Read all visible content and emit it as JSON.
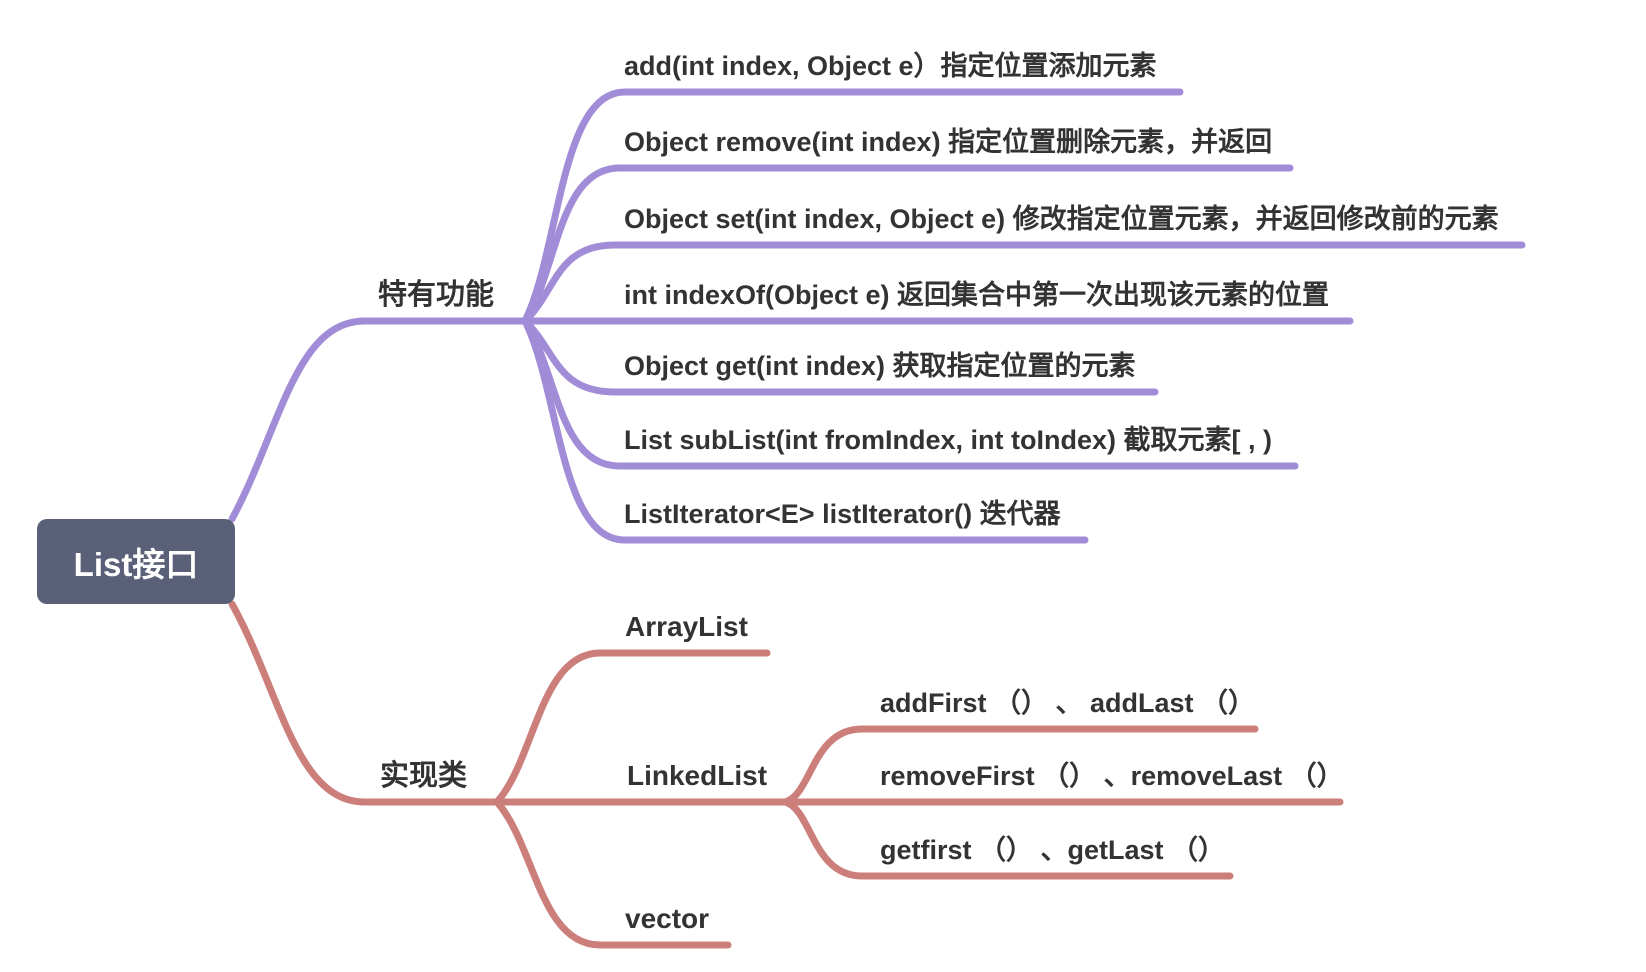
{
  "colors": {
    "branch_special": "#a18cd8",
    "branch_impl": "#cc7f7a",
    "root_bg": "#5a6078",
    "root_text": "#ffffff",
    "node_text": "#333333"
  },
  "root": {
    "label": "List接口"
  },
  "branches": [
    {
      "label": "特有功能",
      "children": [
        {
          "label": "add(int index, Object e）指定位置添加元素"
        },
        {
          "label": "Object remove(int index) 指定位置删除元素，并返回"
        },
        {
          "label": "Object set(int index, Object e) 修改指定位置元素，并返回修改前的元素"
        },
        {
          "label": "int indexOf(Object e) 返回集合中第一次出现该元素的位置"
        },
        {
          "label": "Object get(int index) 获取指定位置的元素"
        },
        {
          "label": "List subList(int fromIndex, int toIndex) 截取元素[ , )"
        },
        {
          "label": "ListIterator<E> listIterator() 迭代器"
        }
      ]
    },
    {
      "label": "实现类",
      "children": [
        {
          "label": "ArrayList"
        },
        {
          "label": "LinkedList",
          "children": [
            {
              "label": "addFirst （） 、 addLast （）"
            },
            {
              "label": "removeFirst （） 、removeLast （）"
            },
            {
              "label": "getfirst （） 、getLast （）"
            }
          ]
        },
        {
          "label": "vector"
        }
      ]
    }
  ]
}
